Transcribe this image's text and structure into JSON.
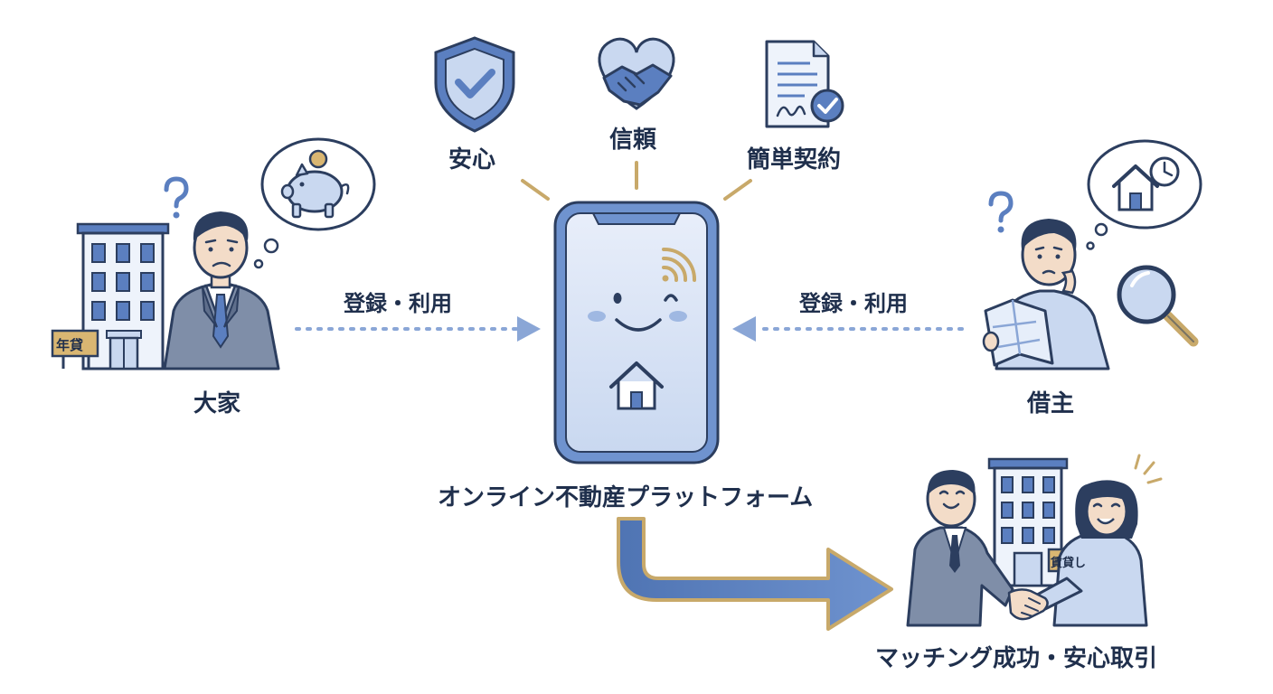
{
  "concepts": {
    "anshin": "安心",
    "shinrai": "信頼",
    "kantan_keiyaku": "簡単契約"
  },
  "landlord": {
    "label": "大家",
    "sign_text": "年貸"
  },
  "tenant": {
    "label": "借主"
  },
  "arrows": {
    "landlord_to_platform": "登録・利用",
    "tenant_to_platform": "登録・利用"
  },
  "platform": {
    "label": "オンライン不動産プラットフォーム"
  },
  "result": {
    "label": "マッチング成功・安心取引",
    "sign_text": "賃貸し"
  },
  "colors": {
    "navy": "#2c3e5f",
    "blue": "#5b7fc0",
    "light_blue": "#c9d8f0",
    "pale_blue": "#e6eefa",
    "gold": "#c8a96a",
    "dots": "#8aa6d6"
  }
}
